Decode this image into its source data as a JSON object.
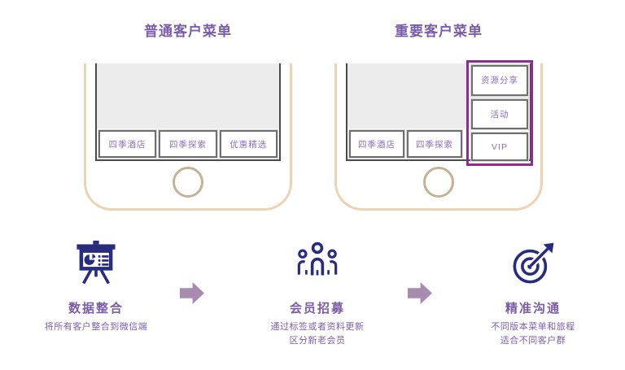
{
  "left_phone": {
    "title": "普通客户菜单",
    "menu_buttons": [
      "四季酒店",
      "四季探索",
      "优惠精选"
    ]
  },
  "right_phone": {
    "title": "重要客户菜单",
    "menu_buttons": [
      "四季酒店",
      "四季探索"
    ],
    "vip_menu_buttons": [
      "资源分享",
      "活动",
      "VIP"
    ]
  },
  "features": [
    {
      "icon": "presentation-chart-icon",
      "title": "数据整合",
      "desc1": "将所有客户整合到微信端",
      "desc2": ""
    },
    {
      "icon": "member-group-icon",
      "title": "会员招募",
      "desc1": "通过标签或者资料更新",
      "desc2": "区分新老会员"
    },
    {
      "icon": "target-arrow-icon",
      "title": "精准沟通",
      "desc1": "不同版本菜单和旅程",
      "desc2": "适合不同客户群"
    }
  ],
  "colors": {
    "heading_purple": "#7a5ca8",
    "menu_text_purple": "#8d6fc0",
    "icon_navy": "#282c7e",
    "highlight_magenta": "#8f2b91",
    "arrow_mauve": "#a78cb0",
    "phone_frame_tan": "#eed3b3",
    "screen_gray": "#ececec"
  }
}
